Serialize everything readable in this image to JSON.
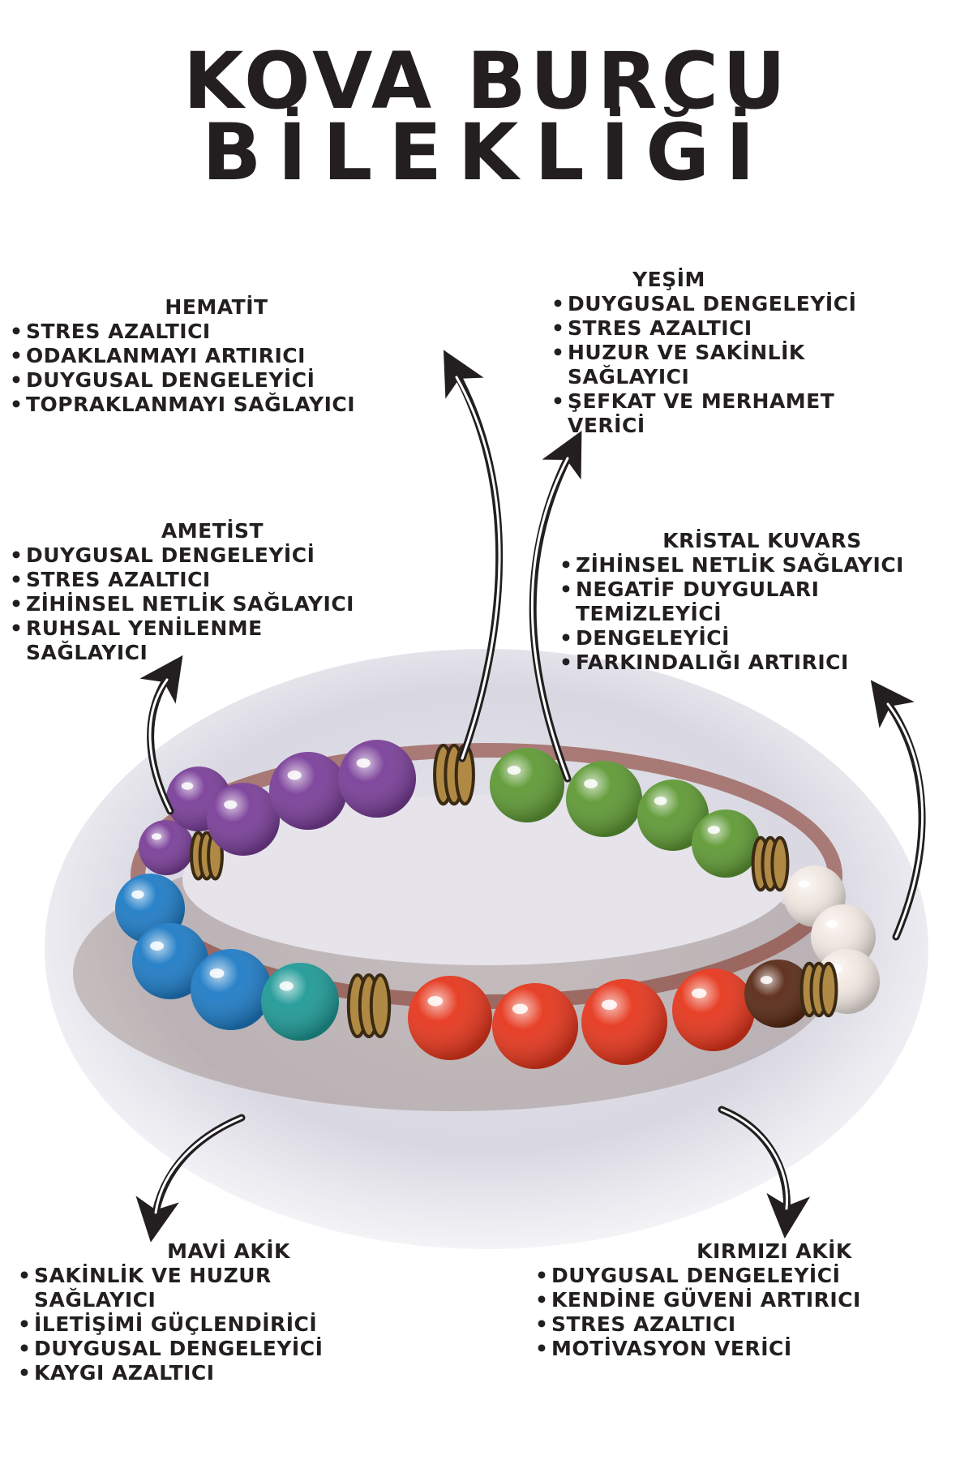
{
  "title": {
    "line1": "KOVA BURCU",
    "line2": "BİLEKLİĞİ"
  },
  "stones": {
    "hematit": {
      "name": "HEMATİT",
      "props": [
        "STRES AZALTICI",
        "ODAKLANMAYI ARTIRICI",
        "DUYGUSAL DENGELEYİCİ",
        "TOPRAKLANMAYI SAĞLAYICI"
      ]
    },
    "yesim": {
      "name": "YEŞİM",
      "props": [
        "DUYGUSAL DENGELEYİCİ",
        "STRES AZALTICI",
        "HUZUR VE SAKİNLİK\nSAĞLAYICI",
        "ŞEFKAT VE MERHAMET\nVERİCİ"
      ]
    },
    "ametist": {
      "name": "AMETİST",
      "props": [
        "DUYGUSAL DENGELEYİCİ",
        "STRES AZALTICI",
        "ZİHİNSEL NETLİK SAĞLAYICI",
        "RUHSAL YENİLENME\nSAĞLAYICI"
      ]
    },
    "kristal_kuvars": {
      "name": "KRİSTAL KUVARS",
      "props": [
        "ZİHİNSEL NETLİK SAĞLAYICI",
        "NEGATİF DUYGULARI\nTEMİZLEYİCİ",
        "DENGELEYİCİ",
        "FARKINDALIĞI ARTIRICI"
      ]
    },
    "mavi_akik": {
      "name": "MAVİ AKİK",
      "props": [
        "SAKİNLİK VE HUZUR\nSAĞLAYICI",
        "İLETİŞİMİ GÜÇLENDİRİCİ",
        "DUYGUSAL DENGELEYİCİ",
        "KAYGI AZALTICI"
      ]
    },
    "kirmizi_akik": {
      "name": "KIRMIZI AKİK",
      "props": [
        "DUYGUSAL DENGELEYİCİ",
        "KENDİNE GÜVENİ ARTIRICI",
        "STRES AZALTICI",
        "MOTİVASYON VERİCİ"
      ]
    }
  },
  "bullet": "•",
  "colors": {
    "text": "#231f20",
    "background": "#ffffff",
    "photo_bg": "#dddde6",
    "amethyst": "#7a3f99",
    "jade": "#5f9a35",
    "quartz": "#f2e8e2",
    "blue_agate": "#1f7cc6",
    "teal_agate": "#1f9a96",
    "red_agate": "#e6371d",
    "tiger_eye": "#5a2a16",
    "hematite_gold": "#b08a45"
  },
  "icons": [
    "arrow-icon"
  ]
}
